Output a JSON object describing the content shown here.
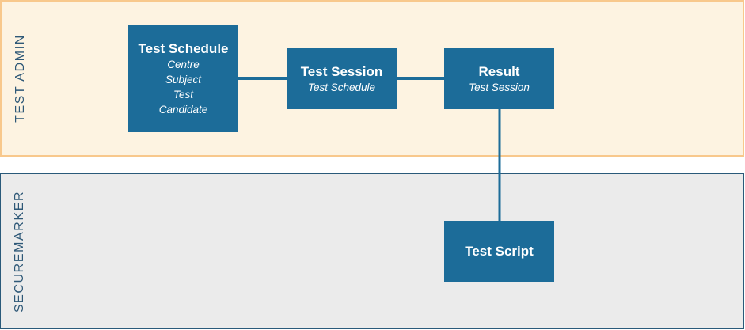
{
  "lanes": {
    "admin": {
      "label": "TEST ADMIN"
    },
    "marker": {
      "label": "SECUREMARKER"
    }
  },
  "nodes": {
    "test_schedule": {
      "title": "Test Schedule",
      "attributes": [
        "Centre",
        "Subject",
        "Test",
        "Candidate"
      ]
    },
    "test_session": {
      "title": "Test Session",
      "attributes": [
        "Test Schedule"
      ]
    },
    "result": {
      "title": "Result",
      "attributes": [
        "Test Session"
      ]
    },
    "test_script": {
      "title": "Test Script",
      "attributes": []
    }
  },
  "colors": {
    "node_fill": "#1c6c99",
    "connector": "#1c6c99",
    "admin_lane_bg": "#fdf3e1",
    "admin_lane_border": "#f8c88c",
    "marker_lane_bg": "#ebebeb",
    "lane_label": "#2e5877"
  }
}
